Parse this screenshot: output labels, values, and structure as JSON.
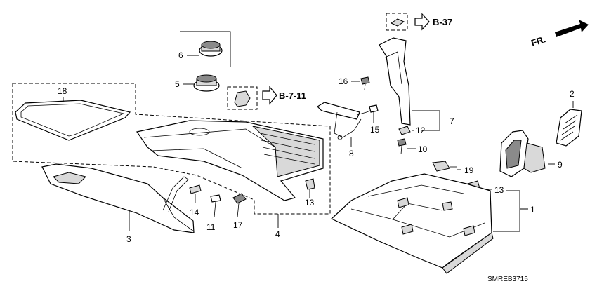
{
  "diagram": {
    "code": "SMREB3715",
    "direction": "FR.",
    "references": [
      "B-37",
      "B-7-11"
    ],
    "callouts": [
      "1",
      "2",
      "3",
      "4",
      "5",
      "6",
      "7",
      "8",
      "9",
      "10",
      "11",
      "12",
      "13",
      "13",
      "14",
      "15",
      "16",
      "17",
      "18",
      "19"
    ]
  }
}
